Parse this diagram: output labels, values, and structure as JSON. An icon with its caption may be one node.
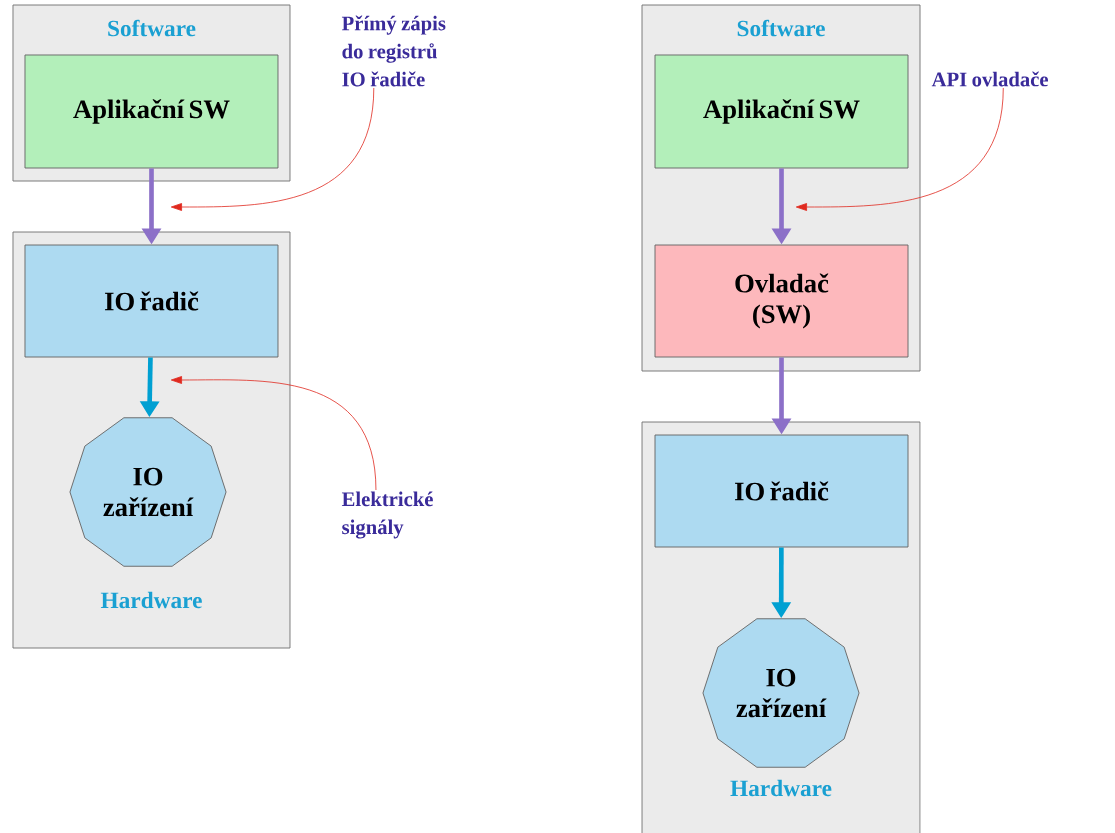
{
  "diagram": {
    "nodes": [
      {
        "text": [
          "Software"
        ]
      },
      {
        "text": [
          "Aplikační SW"
        ],
        "in": 0
      },
      {
        "text": [
          "Hardware"
        ]
      },
      {
        "text": [
          "IO řadič"
        ],
        "in": 2
      },
      {
        "text": [
          "IO zařízení"
        ],
        "in": 2
      },
      {
        "text": [
          "Přímý zápis do registrů IO řadiče"
        ]
      },
      {
        "text": [
          "Elektrické signály"
        ]
      },
      {
        "text": [
          "Software"
        ]
      },
      {
        "text": [
          "Aplikační SW"
        ],
        "in": 7
      },
      {
        "text": [
          "Ovladač (SW)"
        ],
        "in": 7
      },
      {
        "text": [
          "Hardware"
        ]
      },
      {
        "text": [
          "IO řadič"
        ],
        "in": 10
      },
      {
        "text": [
          "IO zařízení"
        ],
        "in": 10
      },
      {
        "text": [
          "API ovladače"
        ]
      }
    ],
    "edges": [
      {
        "from": 1,
        "to": 3,
        "arrow": "to",
        "color": "#8c70c8"
      },
      {
        "from": 3,
        "to": 4,
        "arrow": "to",
        "color": "#00a0d2"
      },
      {
        "from": 5,
        "to": null,
        "arrow": "to",
        "color": "#e02a1f"
      },
      {
        "from": 6,
        "to": null,
        "arrow": "to",
        "color": "#e02a1f"
      },
      {
        "from": 8,
        "to": 9,
        "arrow": "to",
        "color": "#8c70c8"
      },
      {
        "from": 9,
        "to": 11,
        "arrow": "to",
        "color": "#8c70c8"
      },
      {
        "from": 11,
        "to": 12,
        "arrow": "to",
        "color": "#00a0d2"
      },
      {
        "from": 13,
        "to": null,
        "arrow": "to",
        "color": "#e02a1f"
      }
    ]
  }
}
